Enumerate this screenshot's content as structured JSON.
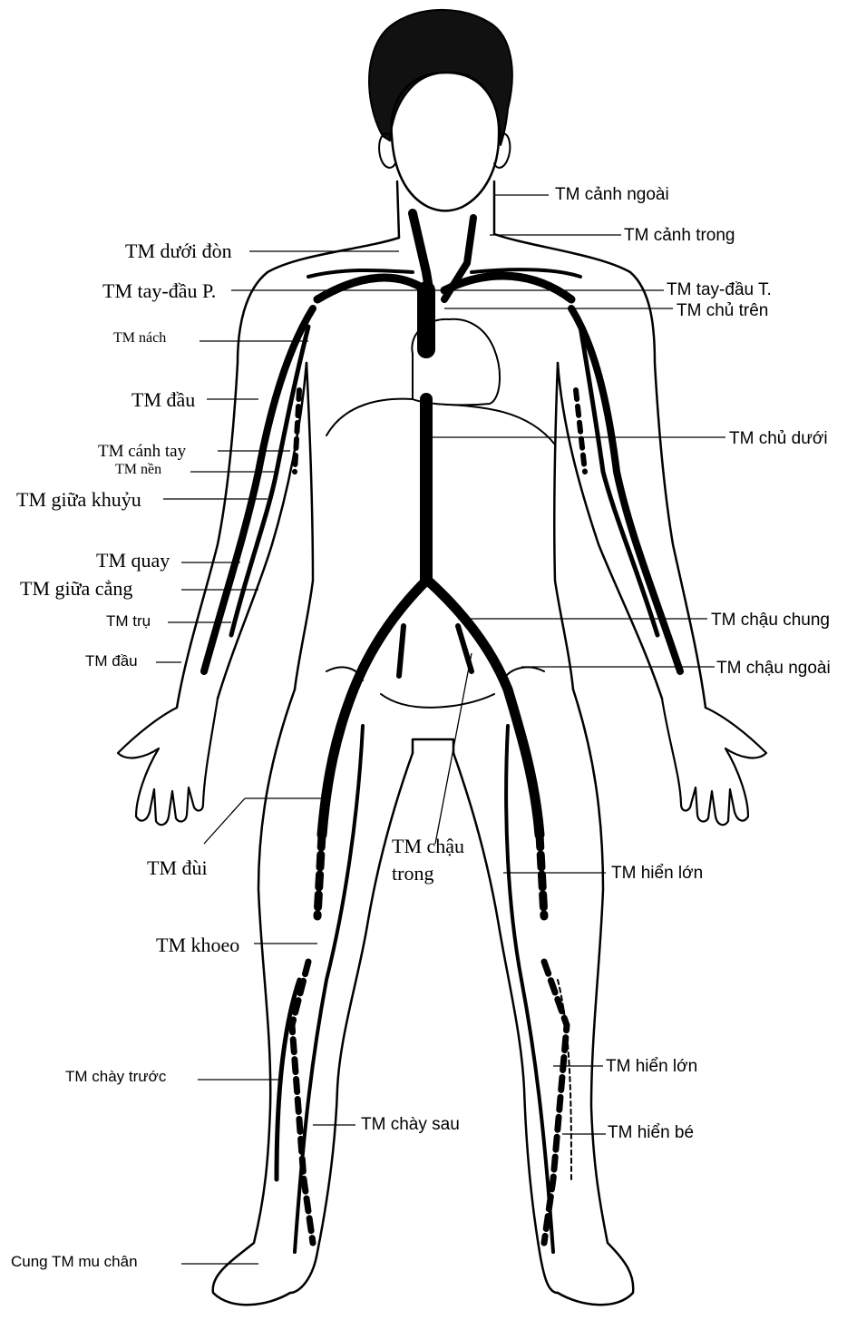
{
  "diagram": {
    "labels": {
      "tm_canh_ngoai": "TM cảnh ngoài",
      "tm_canh_trong": "TM cảnh trong",
      "tm_duoi_don": "TM dưới đòn",
      "tm_tay_dau_p": "TM tay-đầu P.",
      "tm_tay_dau_t": "TM tay-đầu T.",
      "tm_chu_tren": "TM chủ trên",
      "tm_nach": "TM nách",
      "tm_dau_upper": "TM đầu",
      "tm_chu_duoi": "TM chủ dưới",
      "tm_canh_tay": "TM cánh tay",
      "tm_nen": "TM nền",
      "tm_giua_khuyu": "TM giữa khuỷu",
      "tm_quay": "TM quay",
      "tm_giua_cang": "TM giữa cẳng",
      "tm_chau_chung": "TM chậu chung",
      "tm_tru": "TM trụ",
      "tm_dau_lower": "TM đầu",
      "tm_chau_ngoai": "TM chậu ngoài",
      "tm_dui": "TM đùi",
      "tm_chau_trong_1": "TM chậu",
      "tm_chau_trong_2": "trong",
      "tm_hien_lon_upper": "TM hiển lớn",
      "tm_khoeo": "TM khoeo",
      "tm_chay_truoc": "TM chày trước",
      "tm_hien_lon_lower": "TM hiển lớn",
      "tm_chay_sau": "TM chày sau",
      "tm_hien_be": "TM hiển bé",
      "cung_tm_mu_chan": "Cung TM mu chân"
    }
  }
}
